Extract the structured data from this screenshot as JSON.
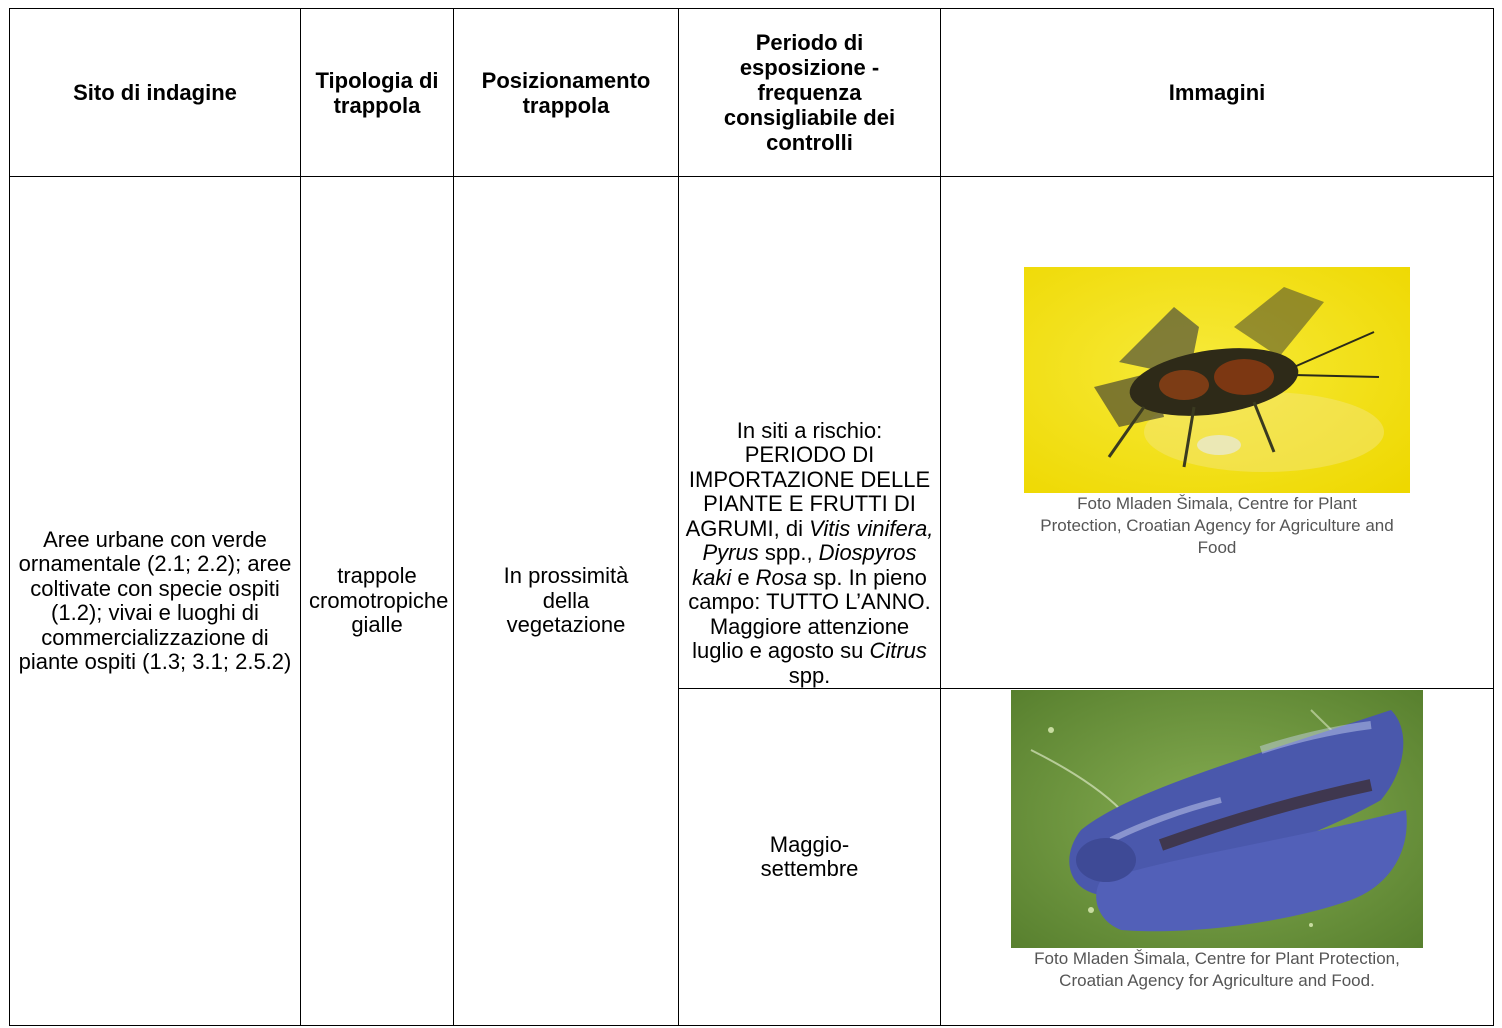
{
  "headers": {
    "site": "Sito di indagine",
    "trap_type": "Tipologia di trappola",
    "positioning": "Posizionamento trappola",
    "period": "Periodo di esposizione - frequenza consigliabile dei controlli",
    "images": "Immagini"
  },
  "row": {
    "site": "Aree urbane con verde ornamentale (2.1; 2.2); aree coltivate con specie ospiti (1.2); vivai e luoghi di commercializzazione di piante ospiti (1.3; 3.1; 2.5.2)",
    "trap_type": "trappole cromotropiche gialle",
    "positioning": "In prossimità della vegetazione",
    "period1": {
      "a": "In siti a rischio: PERIODO DI IMPORTAZIONE DELLE PIANTE E FRUTTI DI AGRUMI, di ",
      "b": "Vitis vinifera, Pyrus",
      "c": " spp., ",
      "d": "Diospyros kaki",
      "e": " e ",
      "f": "Rosa",
      "g": " sp. In pieno campo: TUTTO L’ANNO. Maggiore attenzione luglio e agosto su ",
      "h": "Citrus",
      "i": " spp."
    },
    "period2": "Maggio-settembre",
    "caption1": "Foto Mladen Šimala, Centre for Plant Protection, Croatian Agency for Agriculture and Food",
    "caption2": "Foto Mladen Šimala, Centre for Plant Protection, Croatian Agency for Agriculture and Food."
  },
  "colors": {
    "photo1_background": "#f2e000",
    "photo2_background": "#6f9a3c",
    "insect2": "#4a57a8"
  }
}
